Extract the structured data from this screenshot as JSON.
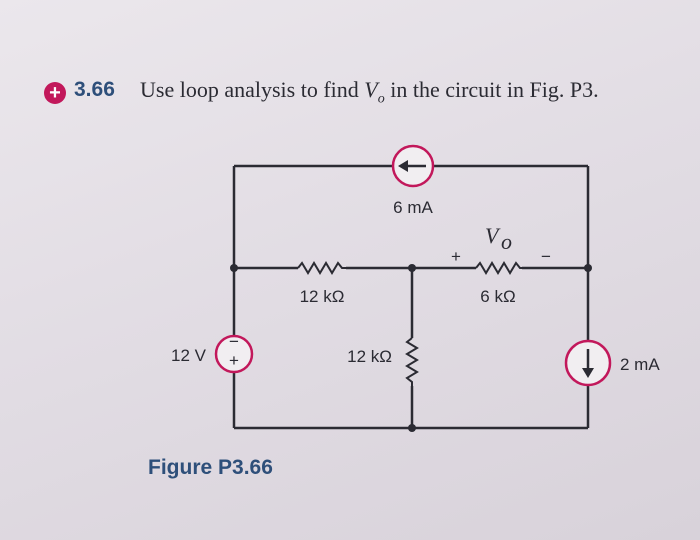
{
  "problem": {
    "number": "3.66",
    "text_before": "Use loop analysis to find ",
    "var_main": "V",
    "var_sub": "o",
    "text_after": " in the circuit in Fig. P3."
  },
  "circuit": {
    "current_source_top": "6 mA",
    "resistor_left": "12 kΩ",
    "resistor_right": "6 kΩ",
    "resistor_middle": "12 kΩ",
    "voltage_source": "12 V",
    "current_source_right": "2 mA",
    "vo_label_main": "V",
    "vo_label_sub": "o",
    "vo_plus": "+",
    "vo_minus": "−",
    "source_plus": "+",
    "source_minus": "−"
  },
  "figure_caption": "Figure P3.66",
  "colors": {
    "accent": "#c2185b",
    "heading": "#2e4f7a"
  }
}
